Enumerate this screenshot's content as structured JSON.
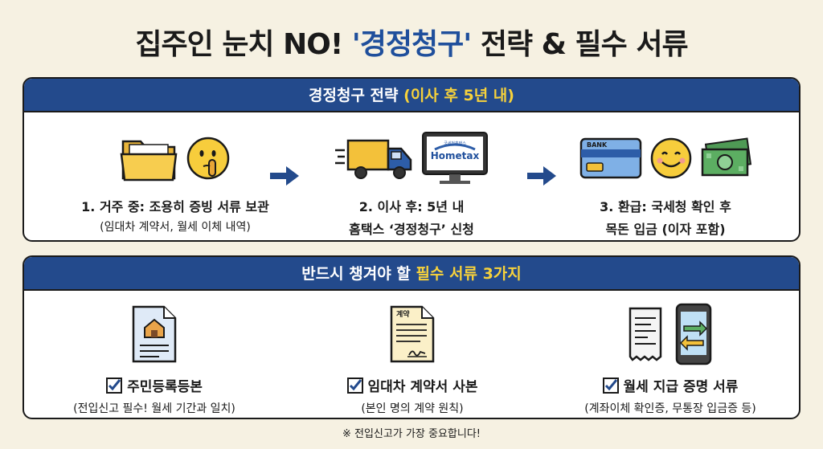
{
  "title": {
    "part1": "집주인 눈치 NO! ",
    "highlight": "'경정청구'",
    "part2": " 전략 & 필수 서류"
  },
  "strategy": {
    "header_main": "경정청구 전략 ",
    "header_highlight": "(이사 후 5년 내)",
    "steps": [
      {
        "line1": "1. 거주 중: 조용히 증빙 서류 보관",
        "line2": "(임대차 계약서, 월세 이체 내역)"
      },
      {
        "line1": "2. 이사 후: 5년 내",
        "line2": "홈택스 ‘경정청구’ 신청",
        "monitor_logo": "Hometax",
        "monitor_logo_small": "국세청홈택스"
      },
      {
        "line1": "3. 환급: 국세청 확인 후",
        "line2": "목돈 입금 (이자 포함)",
        "card_label": "BANK"
      }
    ]
  },
  "documents": {
    "header_main": "반드시 챙겨야 할 ",
    "header_highlight": "필수 서류 3가지",
    "items": [
      {
        "name": "주민등록등본",
        "sub": "(전입신고 필수! 월세 기간과 일치)"
      },
      {
        "name": "임대차 계약서 사본",
        "sub": "(본인 명의 계약 원칙)",
        "doc_label": "계약"
      },
      {
        "name": "월세 지급 증명 서류",
        "sub": "(계좌이체 확인증, 무통장 입금증 등)"
      }
    ]
  },
  "footnote": "※ 전입신고가 가장 중요합니다!",
  "colors": {
    "navy": "#234a8c",
    "yellow": "#f7d23b",
    "background": "#f6f1e2"
  }
}
